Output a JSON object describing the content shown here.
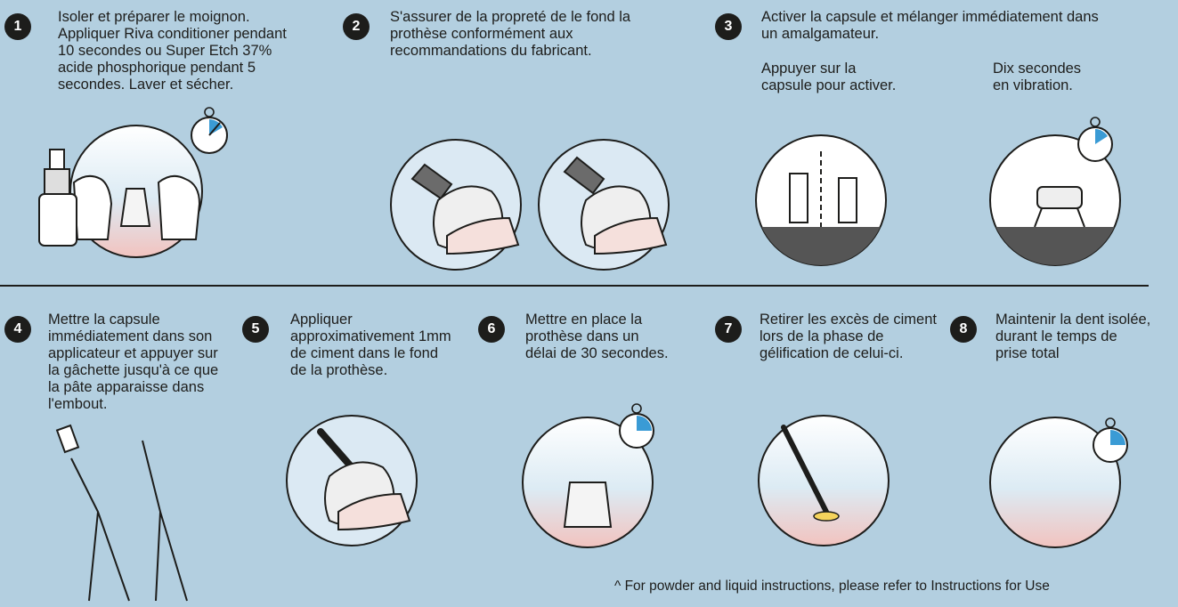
{
  "steps": [
    {
      "num": "1",
      "text": "Isoler et préparer le moignon.\nAppliquer Riva conditioner pendant\n10 secondes ou Super Etch 37%\nacide phosphorique pendant 5\nsecondes. Laver et sécher."
    },
    {
      "num": "2",
      "text": "S'assurer de la propreté de le fond la\nprothèse conformément aux\nrecommandations du fabricant."
    },
    {
      "num": "3",
      "text": "Activer la capsule et mélanger immédiatement dans\nun amalgamateur.",
      "sub_left": "Appuyer sur la\ncapsule pour activer.",
      "sub_right": "Dix secondes\nen vibration."
    },
    {
      "num": "4",
      "text": "Mettre la capsule\nimmédiatement dans son\napplicateur et appuyer sur\nla gâchette jusqu'à ce que\nla pâte apparaisse dans\nl'embout."
    },
    {
      "num": "5",
      "text": "Appliquer\napproximativement 1mm\nde ciment dans le fond\nde la prothèse."
    },
    {
      "num": "6",
      "text": "Mettre en place la\nprothèse dans un\ndélai de 30 secondes."
    },
    {
      "num": "7",
      "text": "Retirer les excès de ciment\nlors de la phase de\ngélification de celui-ci."
    },
    {
      "num": "8",
      "text": "Maintenir la dent isolée,\ndurant le temps de\nprise total"
    }
  ],
  "footnote": "^ For powder and liquid instructions, please refer to Instructions for Use",
  "colors": {
    "background": "#b3cfe0",
    "badge": "#1d1d1b",
    "gum": "#f2c9c6",
    "timer_fill": "#3a9bd5"
  }
}
